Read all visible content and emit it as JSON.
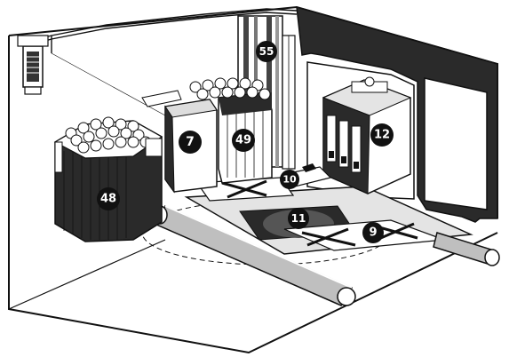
{
  "colors": {
    "ink": "#111111",
    "paper": "#ffffff",
    "shade": "#2a2a2a",
    "mid": "#8a8a8a",
    "light": "#d8d8d8"
  },
  "callouts": [
    {
      "id": "callout-48",
      "text": "48"
    },
    {
      "id": "callout-7",
      "text": "7"
    },
    {
      "id": "callout-49",
      "text": "49"
    },
    {
      "id": "callout-55",
      "text": "55"
    },
    {
      "id": "callout-12",
      "text": "12"
    },
    {
      "id": "callout-10",
      "text": "10"
    },
    {
      "id": "callout-11",
      "text": "11"
    },
    {
      "id": "callout-9",
      "text": "9"
    }
  ]
}
